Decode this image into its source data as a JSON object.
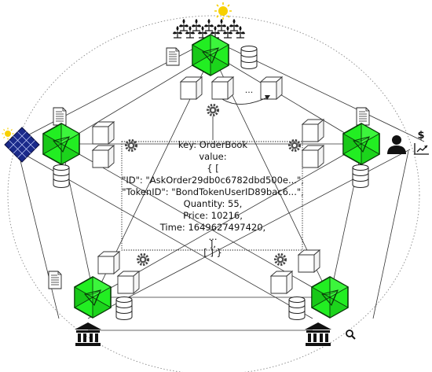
{
  "ledger": {
    "key_line": "key: OrderBook",
    "value_line": "value:",
    "open_line": "{ [",
    "id_line": "\"ID\": \"AskOrder29db0c6782dbd500e...\",",
    "token_line": "\"TokenID\": \"BondTokenUserID89bac6...\",",
    "quantity_line": "Quantity: 55,",
    "price_line": "Price: 10216,",
    "time_line": "Time: 1649627497420,",
    "ellipsis_line": "...",
    "close_bracket_line": "],",
    "close_line": "[ ] }"
  },
  "block_chain_ellipsis": "...",
  "dollar_symbol": "$",
  "icons": {
    "sun": "sun-icon",
    "plants": "plant-icon",
    "solar_panel": "solar-panel-icon",
    "document": "document-icon",
    "database": "database-icon",
    "node": "hexagon-node-icon",
    "block": "cube-block-icon",
    "gear": "gear-icon",
    "user": "user-icon",
    "chart": "trend-chart-icon",
    "bank": "bank-icon",
    "search": "search-icon"
  },
  "colors": {
    "node_fill": "#22ee22",
    "node_stroke": "#0a3a0a",
    "sun": "#f7d000",
    "panel": "#1a2a8a",
    "line": "#333333"
  }
}
